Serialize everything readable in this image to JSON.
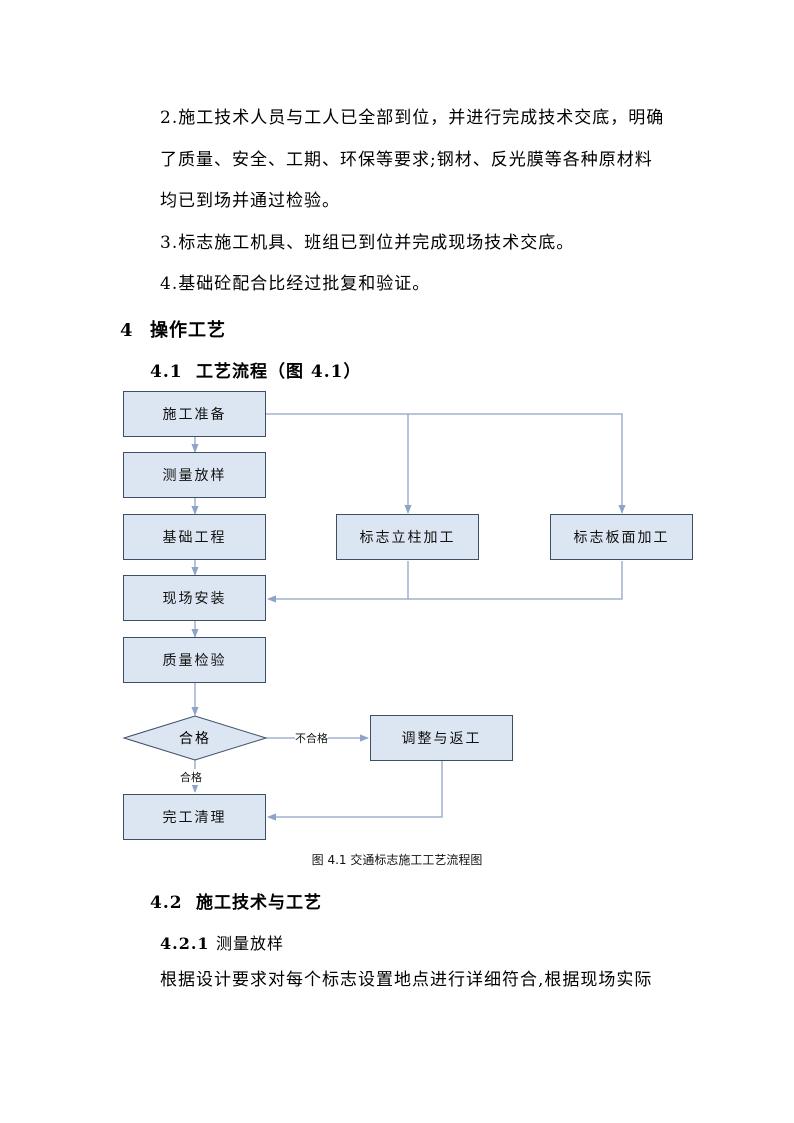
{
  "paragraphs": {
    "p2_line1": "2.施工技术人员与工人已全部到位，并进行完成技术交底，明确",
    "p2_line2": "了质量、安全、工期、环保等要求;钢材、反光膜等各种原材料",
    "p2_line3": "均已到场并通过检验。",
    "p3": "3.标志施工机具、班组已到位并完成现场技术交底。",
    "p4": "4.基础砼配合比经过批复和验证。",
    "last": "根据设计要求对每个标志设置地点进行详细符合,根据现场实际"
  },
  "headings": {
    "h4_num": "4",
    "h4_text": "操作工艺",
    "h41_num": "4.1",
    "h41_text": "工艺流程（图 4.1）",
    "h42_num": "4.2",
    "h42_text": "施工技术与工艺",
    "h421_num": "4.2.1",
    "h421_text": "测量放样"
  },
  "flowchart": {
    "prepare": "施工准备",
    "survey": "测量放样",
    "foundation": "基础工程",
    "post": "标志立柱加工",
    "panel": "标志板面加工",
    "install": "现场安装",
    "inspect": "质量检验",
    "decision": "合格",
    "fail_label": "不合格",
    "pass_label": "合格",
    "rework": "调整与返工",
    "cleanup": "完工清理",
    "colors": {
      "box_fill": "#dce6f2",
      "box_border": "#3d4f66",
      "line": "#8ea3c8"
    }
  },
  "caption": "图 4.1 交通标志施工工艺流程图"
}
